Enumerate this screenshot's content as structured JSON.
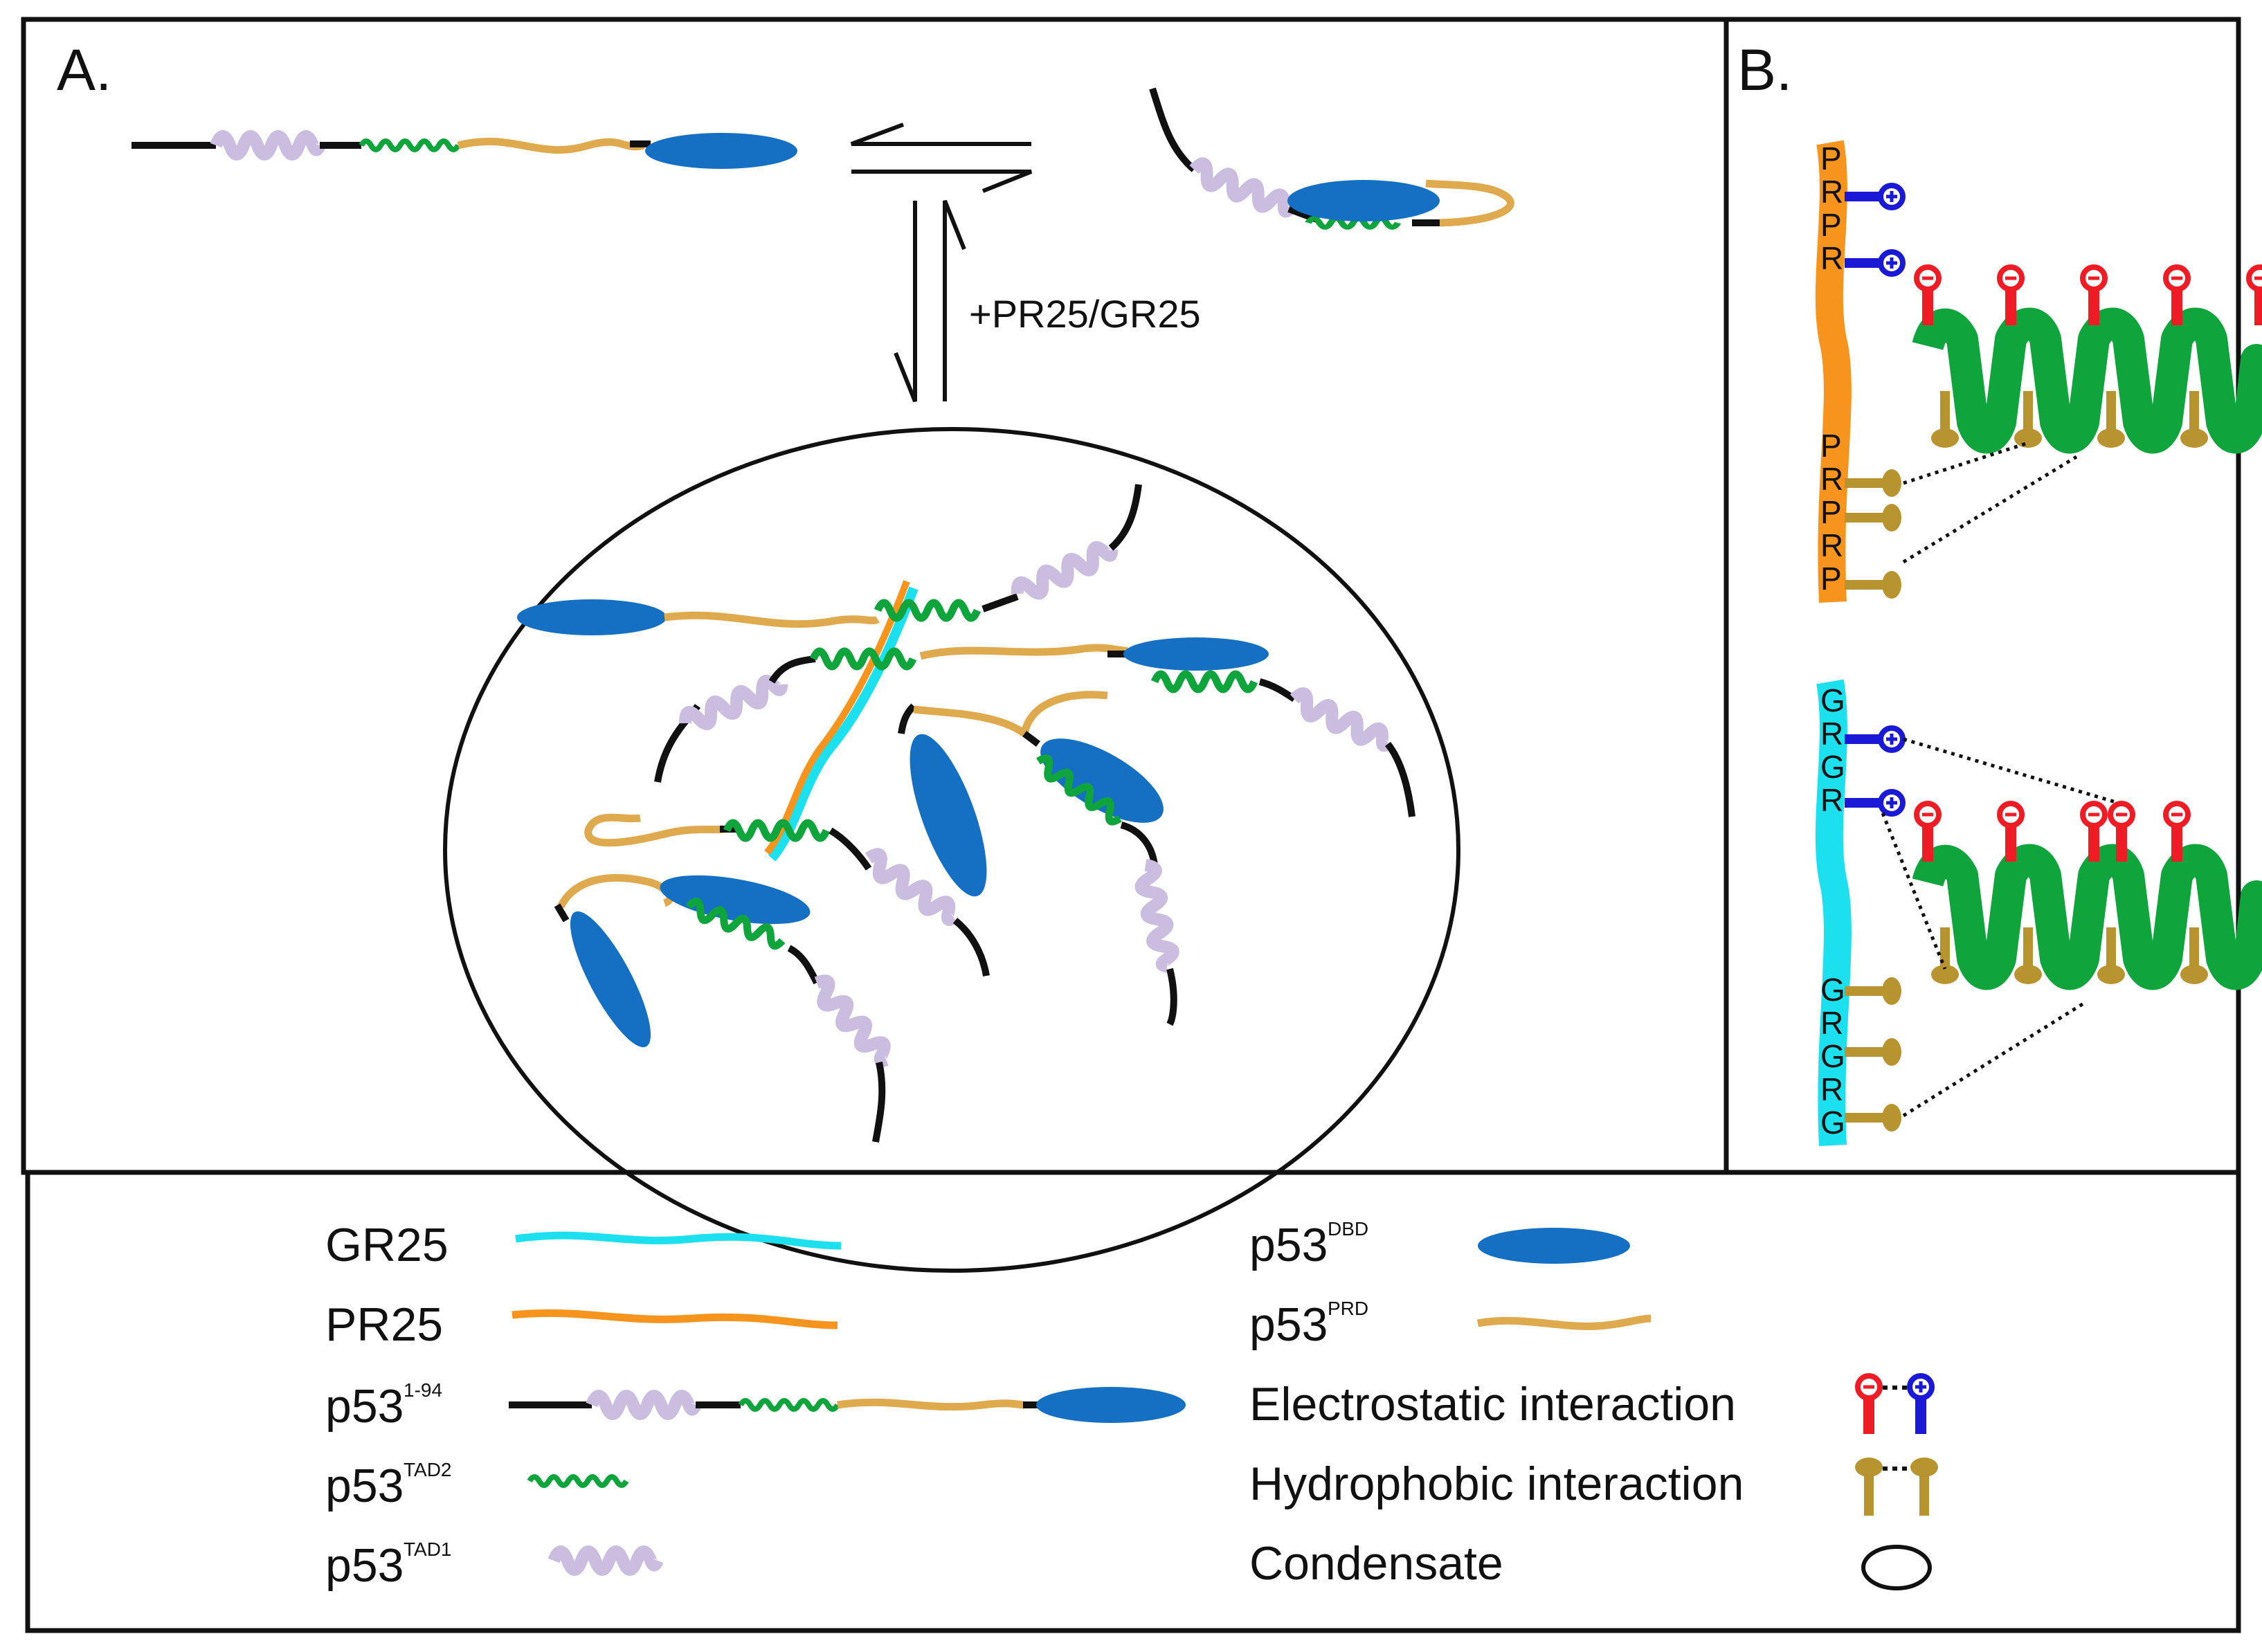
{
  "panels": {
    "a_label": "A.",
    "b_label": "B."
  },
  "equilibrium": {
    "reagent_label": "+PR25/GR25"
  },
  "peptides": {
    "pr_residues": [
      "P",
      "R",
      "P",
      "R",
      "P",
      "R",
      "P",
      "R",
      "P"
    ],
    "gr_residues": [
      "G",
      "R",
      "G",
      "R",
      "G",
      "R",
      "G",
      "R",
      "G"
    ]
  },
  "legend": {
    "gr25": "GR25",
    "pr25": "PR25",
    "p53_full_base": "p53",
    "p53_full_sup": "1-94",
    "tad2_base": "p53",
    "tad2_sup": "TAD2",
    "tad1_base": "p53",
    "tad1_sup": "TAD1",
    "dbd_base": "p53",
    "dbd_sup": "DBD",
    "prd_base": "p53",
    "prd_sup": "PRD",
    "electrostatic": "Electrostatic interaction",
    "hydrophobic": "Hydrophobic interaction",
    "condensate": "Condensate"
  },
  "colors": {
    "gr25_cyan": "#1de0ee",
    "pr25_orange": "#f7941d",
    "p53_dbd_blue": "#1570c4",
    "p53_prd_tan": "#dfaa4e",
    "tad2_green": "#10a43c",
    "tad1_lavender": "#cbbde0",
    "negative_red": "#ee1c24",
    "positive_blue": "#1a1ad6",
    "hydrophobic_olive": "#b89430",
    "linker_black": "#111111"
  }
}
